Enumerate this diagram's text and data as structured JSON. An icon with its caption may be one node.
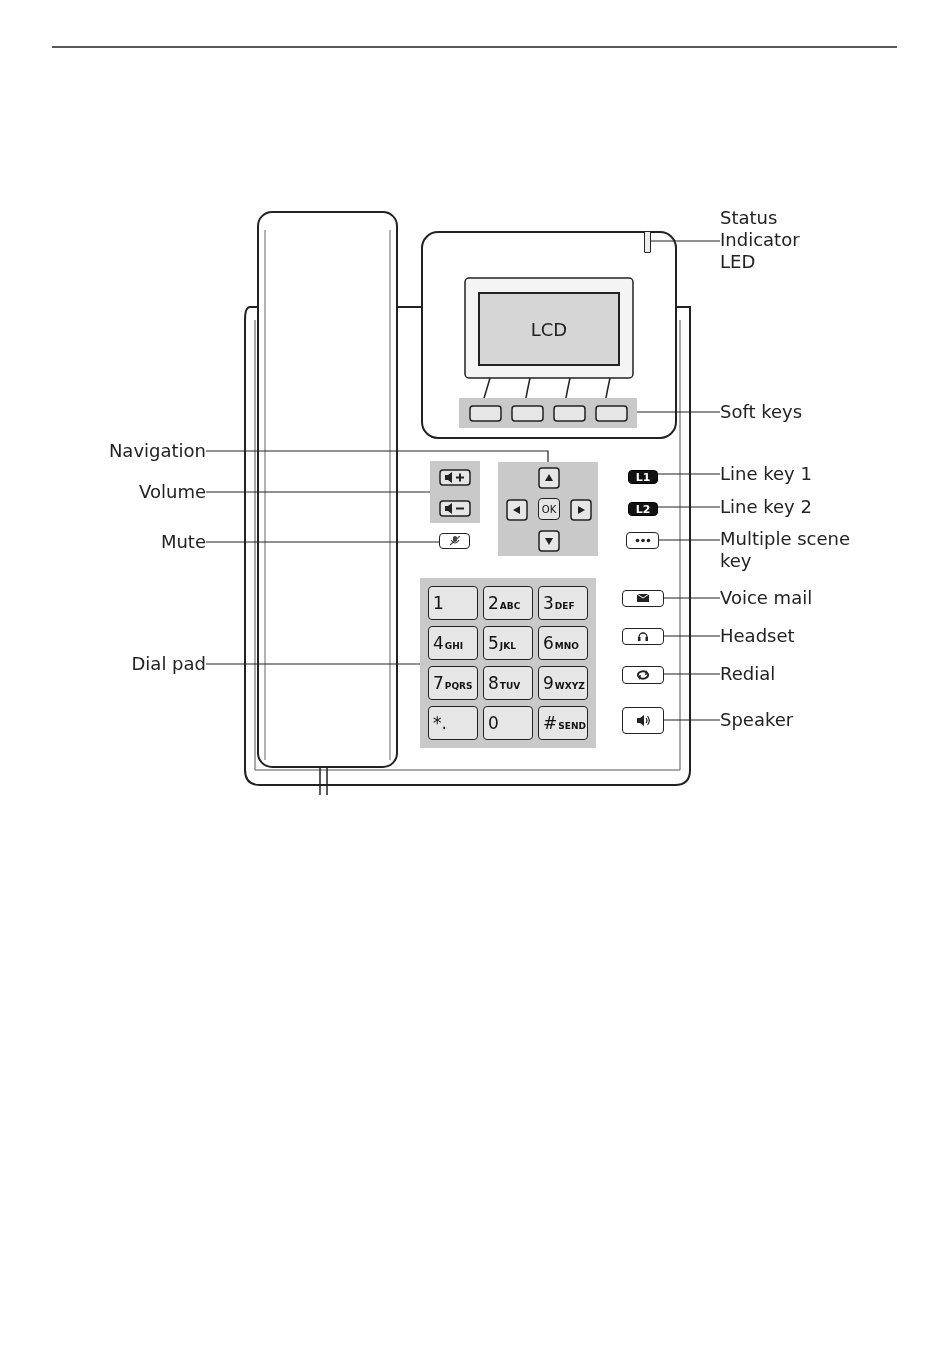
{
  "diagram": {
    "nodes": [
      {
        "text": [
          "Status Indicator LED"
        ]
      },
      {
        "text": [],
        "shape": "bar"
      },
      {
        "text": [
          "LCD"
        ]
      },
      {
        "text": [
          "Soft keys"
        ]
      },
      {
        "text": [],
        "shape": "box"
      },
      {
        "text": [
          "Navigation"
        ]
      },
      {
        "text": [],
        "shape": "box"
      },
      {
        "text": [
          "OK"
        ],
        "in": 6
      },
      {
        "text": [
          "Volume"
        ]
      },
      {
        "text": [],
        "shape": "box"
      },
      {
        "text": [
          "Mute"
        ]
      },
      {
        "text": [],
        "shape": "box"
      },
      {
        "text": [
          "Dial pad"
        ]
      },
      {
        "text": [],
        "shape": "box"
      },
      {
        "text": [
          "1"
        ],
        "in": 13
      },
      {
        "text": [
          "2",
          "ABC"
        ],
        "in": 13
      },
      {
        "text": [
          "3",
          "DEF"
        ],
        "in": 13
      },
      {
        "text": [
          "4",
          "GHI"
        ],
        "in": 13
      },
      {
        "text": [
          "5",
          "JKL"
        ],
        "in": 13
      },
      {
        "text": [
          "6",
          "MNO"
        ],
        "in": 13
      },
      {
        "text": [
          "7",
          "PQRS"
        ],
        "in": 13
      },
      {
        "text": [
          "8",
          "TUV"
        ],
        "in": 13
      },
      {
        "text": [
          "9",
          "WXYZ"
        ],
        "in": 13
      },
      {
        "text": [
          "*."
        ],
        "in": 13
      },
      {
        "text": [
          "0"
        ],
        "in": 13
      },
      {
        "text": [
          "#",
          "SEND"
        ],
        "in": 13
      },
      {
        "text": [
          "Line key 1"
        ]
      },
      {
        "text": [
          "L1"
        ]
      },
      {
        "text": [
          "Line key 2"
        ]
      },
      {
        "text": [
          "L2"
        ]
      },
      {
        "text": [
          "Multiple scene key"
        ]
      },
      {
        "text": [],
        "shape": "box"
      },
      {
        "text": [
          "Voice mail"
        ]
      },
      {
        "text": [],
        "shape": "box"
      },
      {
        "text": [
          "Headset"
        ]
      },
      {
        "text": [],
        "shape": "box"
      },
      {
        "text": [
          "Redial"
        ]
      },
      {
        "text": [],
        "shape": "box"
      },
      {
        "text": [
          "Speaker"
        ]
      },
      {
        "text": [],
        "shape": "box"
      }
    ],
    "edges": [
      {
        "from": 0,
        "to": 1,
        "arrow": "none"
      },
      {
        "from": 3,
        "to": 4,
        "arrow": "none"
      },
      {
        "from": 5,
        "to": 6,
        "arrow": "none"
      },
      {
        "from": 8,
        "to": 9,
        "arrow": "none"
      },
      {
        "from": 10,
        "to": 11,
        "arrow": "none"
      },
      {
        "from": 12,
        "to": 13,
        "arrow": "none"
      },
      {
        "from": 26,
        "to": 27,
        "arrow": "none"
      },
      {
        "from": 28,
        "to": 29,
        "arrow": "none"
      },
      {
        "from": 30,
        "to": 31,
        "arrow": "none"
      },
      {
        "from": 32,
        "to": 33,
        "arrow": "none"
      },
      {
        "from": 34,
        "to": 35,
        "arrow": "none"
      },
      {
        "from": 36,
        "to": 37,
        "arrow": "none"
      },
      {
        "from": 38,
        "to": 39,
        "arrow": "none"
      }
    ]
  }
}
